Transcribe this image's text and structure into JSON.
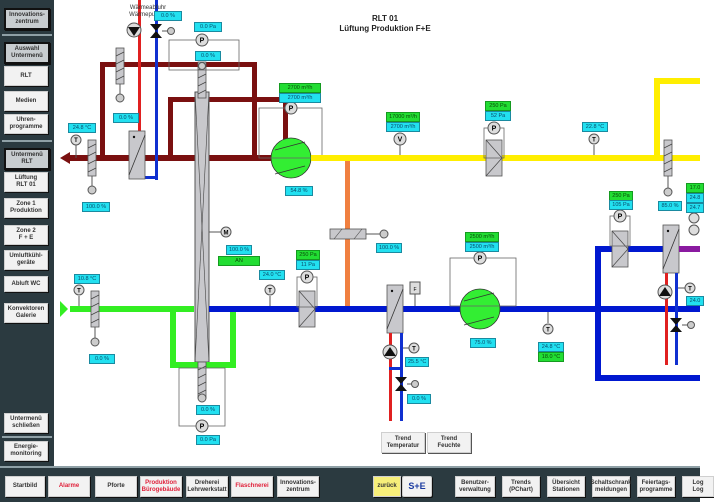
{
  "title": {
    "line1": "RLT 01",
    "line2": "Lüftung Produktion F+E"
  },
  "sidebar": {
    "items": [
      {
        "label": "Innovations-\nzentrum",
        "head": true
      },
      {
        "label": "Auswahl\nUntermenü",
        "head": true
      },
      {
        "label": "RLT"
      },
      {
        "label": "Medien"
      },
      {
        "label": "Uhren-\nprogramme"
      },
      {
        "label": "Untermenü\nRLT",
        "head": true
      },
      {
        "label": "Lüftung\nRLT 01"
      },
      {
        "label": "Zone 1\nProduktion"
      },
      {
        "label": "Zone 2\nF + E"
      },
      {
        "label": "Umluftkühl-\ngeräte"
      },
      {
        "label": "Abluft WC"
      },
      {
        "label": "Konvektoren\nGalerie"
      },
      {
        "label": "Untermenü\nschließen"
      },
      {
        "label": "Energie-\nmonitoring"
      }
    ]
  },
  "bottombar": {
    "items": [
      {
        "label": "Startbild",
        "style": ""
      },
      {
        "label": "Alarme",
        "style": "red"
      },
      {
        "label": "Pforte",
        "style": ""
      },
      {
        "label": "Produktion\nBürogebäude",
        "style": "red"
      },
      {
        "label": "Dreherei\nLehrwerkstatt",
        "style": ""
      },
      {
        "label": "Flaschnerei",
        "style": "red"
      },
      {
        "label": "Innovations-\nzentrum",
        "style": ""
      },
      {
        "label": "zurück",
        "style": "yellow"
      },
      {
        "label": "S+E",
        "style": "logo"
      },
      {
        "label": "Benutzer-\nverwaltung",
        "style": ""
      },
      {
        "label": "Trends\n(PChart)",
        "style": ""
      },
      {
        "label": "Übersicht\nStationen",
        "style": ""
      },
      {
        "label": "Schaltschrank\nmeldungen",
        "style": ""
      },
      {
        "label": "Feiertags-\nprogramme",
        "style": ""
      },
      {
        "label": "Log\nLog",
        "style": ""
      }
    ]
  },
  "diagram": {
    "heat_pump_note": "Wärmeabfuhr\nWärmepumpe",
    "values": {
      "wp_valve": "0.0 %",
      "top_pressure": "0.0 Pa",
      "top_damper": "0.0 %",
      "exhaust_temp": "24.8 °C",
      "exhaust_damper": "100.0 %",
      "hx_bypass": "0.0 %",
      "exhaust_fan_set": "2700 m³/h",
      "exhaust_fan_act": "2700 m³/h",
      "exhaust_fan_speed": "54.8 %",
      "exhaust_flow_set": "17000 m³/h",
      "exhaust_flow_act": "2700 m³/h",
      "exhaust_filter_set": "250 Pa",
      "exhaust_filter_act": "52 Pa",
      "exhaust_duct_temp": "22.8 °C",
      "hx_motor": "100.0 %",
      "hx_status": "AN",
      "outdoor_temp": "10.8 °C",
      "outdoor_damper": "0.0 %",
      "supply_temp1": "24.0 °C",
      "supply_filter_set": "250 Pa",
      "supply_filter_act": "11 Pa",
      "mix_damper": "100.0 %",
      "bottom_damper": "0.0 %",
      "bottom_pressure": "0.0 Pa",
      "heater_temp": "25.5 °C",
      "heater_valve": "0.0 %",
      "supply_fan_set": "2500 m³/h",
      "supply_fan_act": "2500 m³/h",
      "supply_fan_speed": "75.0 %",
      "supply_temp_act": "24.8 °C",
      "supply_temp_set": "18.0 °C",
      "zone_filter_set": "250 Pa",
      "zone_filter_act": "105 Pa",
      "zone_damper": "85.0 %",
      "zone_val1": "17.0",
      "zone_val2": "24.8",
      "zone_val3": "24.7",
      "zone_heater_temp": "24.0"
    },
    "colors": {
      "exhaust": "#7a1010",
      "supply_out": "#ffee00",
      "supply": "#0018d0",
      "outdoor": "#33ee22",
      "bypass": "#f08040",
      "zone": "#8a1aa0",
      "hot": "#e02020",
      "cold": "#1030d0",
      "fan": "#33ee33"
    }
  },
  "trend_buttons": [
    {
      "label": "Trend\nTemperatur"
    },
    {
      "label": "Trend\nFeuchte"
    }
  ]
}
